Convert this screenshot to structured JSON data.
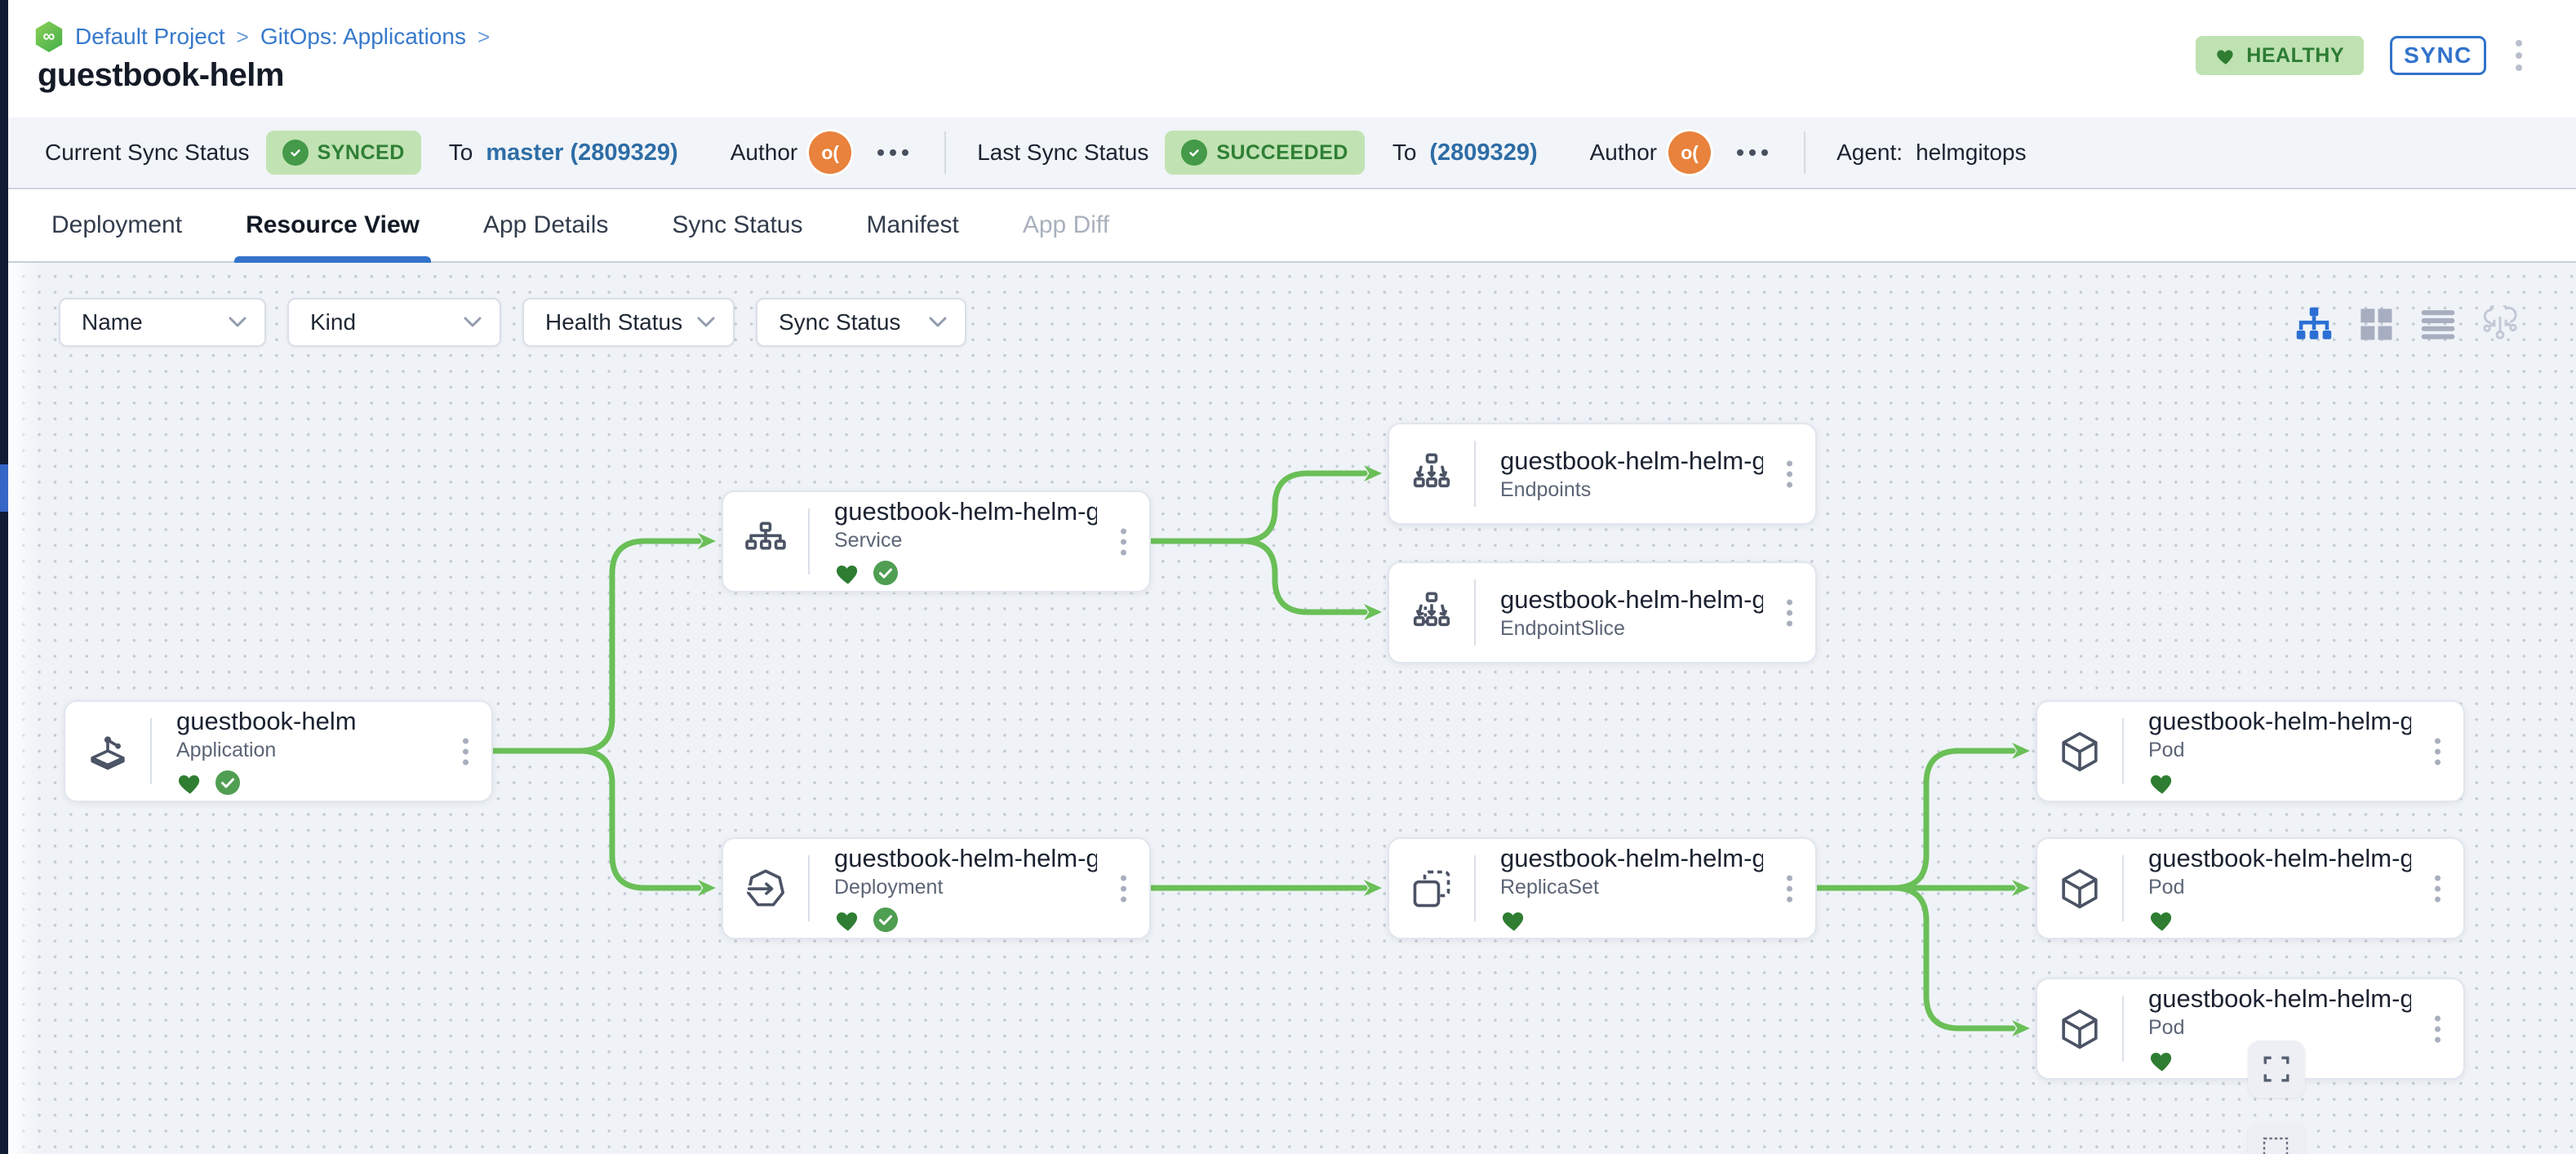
{
  "header": {
    "breadcrumb": [
      {
        "label": "Default Project"
      },
      {
        "label": "GitOps: Applications"
      }
    ],
    "separator": ">",
    "logo_glyph": "∞",
    "title": "guestbook-helm",
    "health_badge": "HEALTHY",
    "sync_button": "SYNC"
  },
  "status_bar": {
    "current_sync": {
      "label": "Current Sync Status",
      "badge": "SYNCED",
      "to_label": "To",
      "revision": "master (2809329)",
      "author_label": "Author",
      "avatar_initials": "o("
    },
    "last_sync": {
      "label": "Last Sync Status",
      "badge": "SUCCEEDED",
      "to_label": "To",
      "revision": "(2809329)",
      "author_label": "Author",
      "avatar_initials": "o("
    },
    "agent_label": "Agent:",
    "agent_value": "helmgitops"
  },
  "tabs": [
    {
      "label": "Deployment",
      "state": "normal"
    },
    {
      "label": "Resource View",
      "state": "active"
    },
    {
      "label": "App Details",
      "state": "normal"
    },
    {
      "label": "Sync Status",
      "state": "normal"
    },
    {
      "label": "Manifest",
      "state": "normal"
    },
    {
      "label": "App Diff",
      "state": "disabled"
    }
  ],
  "filters": [
    {
      "label": "Name"
    },
    {
      "label": "Kind"
    },
    {
      "label": "Health Status"
    },
    {
      "label": "Sync Status"
    }
  ],
  "view_toggles": [
    {
      "name": "tree-view",
      "active": true
    },
    {
      "name": "grid-view",
      "active": false
    },
    {
      "name": "list-view",
      "active": false
    },
    {
      "name": "cluster-view",
      "active": false
    }
  ],
  "graph": {
    "nodes": [
      {
        "id": "application",
        "title": "guestbook-helm",
        "kind": "Application",
        "health": "healthy",
        "synced": true
      },
      {
        "id": "service",
        "title": "guestbook-helm-helm-g...",
        "kind": "Service",
        "health": "healthy",
        "synced": true
      },
      {
        "id": "endpoints",
        "title": "guestbook-helm-helm-g...",
        "kind": "Endpoints"
      },
      {
        "id": "endpointslice",
        "title": "guestbook-helm-helm-g...",
        "kind": "EndpointSlice"
      },
      {
        "id": "deployment",
        "title": "guestbook-helm-helm-g...",
        "kind": "Deployment",
        "health": "healthy",
        "synced": true
      },
      {
        "id": "replicaset",
        "title": "guestbook-helm-helm-g...",
        "kind": "ReplicaSet",
        "health": "healthy"
      },
      {
        "id": "pod-1",
        "title": "guestbook-helm-helm-g...",
        "kind": "Pod",
        "health": "healthy"
      },
      {
        "id": "pod-2",
        "title": "guestbook-helm-helm-g...",
        "kind": "Pod",
        "health": "healthy"
      },
      {
        "id": "pod-3",
        "title": "guestbook-helm-helm-g...",
        "kind": "Pod",
        "health": "healthy"
      }
    ]
  },
  "colors": {
    "edge_green": "#6abf57",
    "health_heart": "#2e7d32",
    "synced_check": "#4f9e52",
    "accent_blue": "#3473cb",
    "link_blue": "#2d6da6",
    "badge_green_bg": "#c1e3b3",
    "badge_green_text": "#2f7f35",
    "avatar_orange": "#e8823c"
  }
}
